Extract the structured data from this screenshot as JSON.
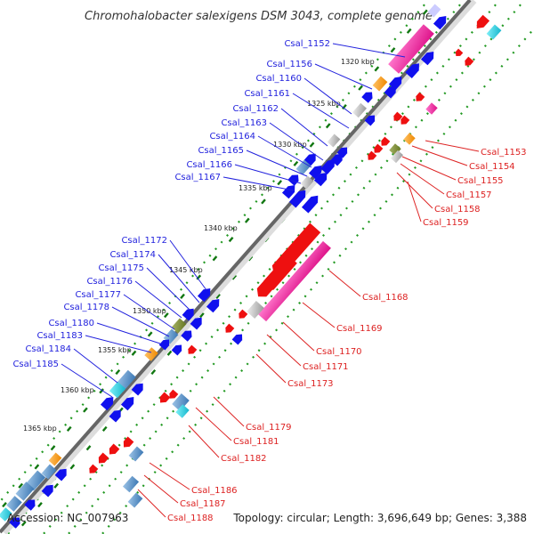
{
  "title": "Chromohalobacter salexigens DSM 3043, complete genome",
  "footer": {
    "accession": "Accession: NC_007963",
    "summary": "Topology: circular; Length: 3,696,649 bp; Genes: 3,388"
  },
  "ruler": [
    "1320 kbp",
    "1325 kbp",
    "1330 kbp",
    "1335 kbp",
    "1340 kbp",
    "1345 kbp",
    "1350 kbp",
    "1355 kbp",
    "1360 kbp",
    "1365 kbp"
  ],
  "labels_left": [
    "Csal_1152",
    "Csal_1156",
    "Csal_1160",
    "Csal_1161",
    "Csal_1162",
    "Csal_1163",
    "Csal_1164",
    "Csal_1165",
    "Csal_1166",
    "Csal_1167",
    "Csal_1172",
    "Csal_1174",
    "Csal_1175",
    "Csal_1176",
    "Csal_1177",
    "Csal_1178",
    "Csal_1180",
    "Csal_1183",
    "Csal_1184",
    "Csal_1185"
  ],
  "labels_right": [
    "Csal_1153",
    "Csal_1154",
    "Csal_1155",
    "Csal_1157",
    "Csal_1158",
    "Csal_1159",
    "Csal_1168",
    "Csal_1169",
    "Csal_1170",
    "Csal_1171",
    "Csal_1173",
    "Csal_1179",
    "Csal_1181",
    "Csal_1182",
    "Csal_1186",
    "Csal_1187",
    "Csal_1188"
  ],
  "colors": {
    "forward_gene": "#1010ee",
    "reverse_gene": "#ee1010",
    "rrna_pink": "#ee2299",
    "orange": "#f59a20",
    "cyan": "#22ccdd",
    "grey": "#aaaaaa",
    "olive": "#778833",
    "steel": "#4a86c0",
    "backbone": "#666666",
    "dots": "#229922"
  }
}
